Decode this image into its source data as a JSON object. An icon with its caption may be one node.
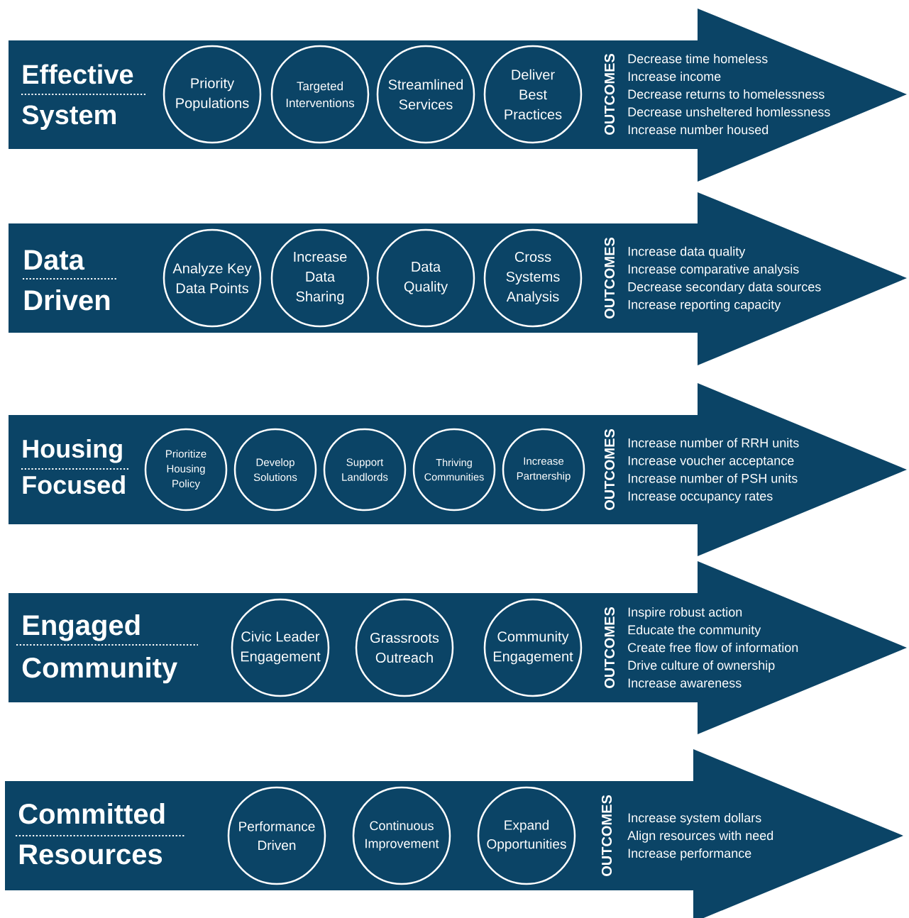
{
  "diagram": {
    "nodes": [
      {
        "text": [
          "Effective System",
          "OUTCOMES",
          "Decrease time homeless",
          "Increase income",
          "Decrease returns to homelessness",
          "Decrease unsheltered homlessness",
          "Increase number housed"
        ]
      },
      {
        "text": [
          "Priority Populations"
        ],
        "in": 0
      },
      {
        "text": [
          "Targeted Interventions"
        ],
        "in": 0
      },
      {
        "text": [
          "Streamlined Services"
        ],
        "in": 0
      },
      {
        "text": [
          "Deliver Best Practices"
        ],
        "in": 0
      },
      {
        "text": [
          "Data Driven",
          "OUTCOMES",
          "Increase data quality",
          "Increase comparative analysis",
          "Decrease secondary data sources",
          "Increase reporting capacity"
        ]
      },
      {
        "text": [
          "Analyze Key Data Points"
        ],
        "in": 5
      },
      {
        "text": [
          "Increase Data Sharing"
        ],
        "in": 5
      },
      {
        "text": [
          "Data Quality"
        ],
        "in": 5
      },
      {
        "text": [
          "Cross Systems Analysis"
        ],
        "in": 5
      },
      {
        "text": [
          "Housing Focused",
          "OUTCOMES",
          "Increase number of RRH units",
          "Increase voucher acceptance",
          "Increase number of PSH units",
          "Increase occupancy rates"
        ]
      },
      {
        "text": [
          "Prioritize Housing Policy"
        ],
        "in": 10
      },
      {
        "text": [
          "Develop Solutions"
        ],
        "in": 10
      },
      {
        "text": [
          "Support Landlords"
        ],
        "in": 10
      },
      {
        "text": [
          "Thriving Communities"
        ],
        "in": 10
      },
      {
        "text": [
          "Increase Partnership"
        ],
        "in": 10
      },
      {
        "text": [
          "Engaged Community",
          "OUTCOMES",
          "Inspire robust action",
          "Educate the community",
          "Create free flow of information",
          "Drive culture of ownership",
          "Increase awareness"
        ]
      },
      {
        "text": [
          "Civic Leader Engagement"
        ],
        "in": 16
      },
      {
        "text": [
          "Grassroots Outreach"
        ],
        "in": 16
      },
      {
        "text": [
          "Community Engagement"
        ],
        "in": 16
      },
      {
        "text": [
          "Committed Resources",
          "OUTCOMES",
          "Increase system dollars",
          "Align resources with need",
          "Increase performance"
        ]
      },
      {
        "text": [
          "Performance Driven"
        ],
        "in": 20
      },
      {
        "text": [
          "Continuous Improvement"
        ],
        "in": 20
      },
      {
        "text": [
          "Expand Opportunities"
        ],
        "in": 20
      }
    ],
    "edges": []
  }
}
